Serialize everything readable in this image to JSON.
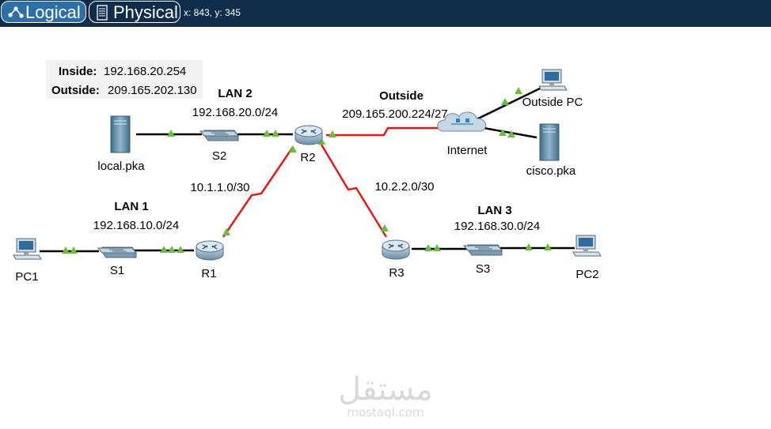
{
  "toolbar": {
    "logical_label": "Logical",
    "physical_label": "Physical",
    "coordinates": "x: 843, y: 345"
  },
  "nat": {
    "inside_label": "Inside:",
    "inside_value": "192.168.20.254",
    "outside_label": "Outside:",
    "outside_value": "209.165.202.130"
  },
  "networks": {
    "lan1_title": "LAN 1",
    "lan1_subnet": "192.168.10.0/24",
    "lan2_title": "LAN 2",
    "lan2_subnet": "192.168.20.0/24",
    "lan3_title": "LAN 3",
    "lan3_subnet": "192.168.30.0/24",
    "outside_title": "Outside",
    "outside_subnet": "209.165.200.224/27",
    "link_r1_r2": "10.1.1.0/30",
    "link_r2_r3": "10.2.2.0/30"
  },
  "devices": {
    "pc1": "PC1",
    "s1": "S1",
    "r1": "R1",
    "s2": "S2",
    "r2": "R2",
    "r3": "R3",
    "s3": "S3",
    "pc2": "PC2",
    "local_server": "local.pka",
    "internet": "Internet",
    "outside_pc": "Outside PC",
    "cisco_server": "cisco.pka"
  },
  "watermark": {
    "arabic": "مستقل",
    "latin": "mostaql.com"
  },
  "colors": {
    "toolbar_bg": "#0f2d4a",
    "tab_active": "#2f6fa8",
    "serial_link": "#e41a1a",
    "ethernet_link": "#000000",
    "link_up": "#6abf3a"
  }
}
